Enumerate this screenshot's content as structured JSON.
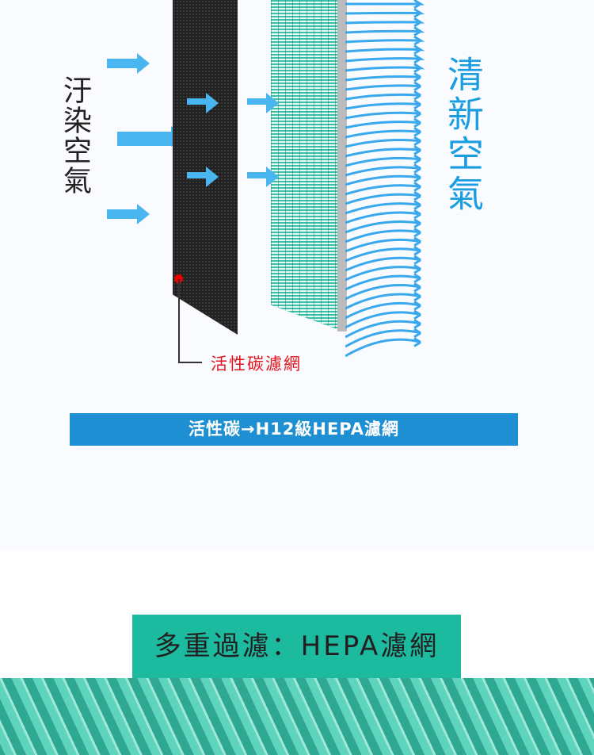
{
  "diagram": {
    "input_label": "汙染空氣",
    "output_label": "清新空氣",
    "carbon_callout": "活性碳濾網",
    "flow_bar": "活性碳→H12級HEPA濾網"
  },
  "section": {
    "banner": "多重過濾：HEPA濾網"
  },
  "colors": {
    "blue": "#1e8fd2",
    "teal": "#1cbba0",
    "red": "#e0141e"
  }
}
